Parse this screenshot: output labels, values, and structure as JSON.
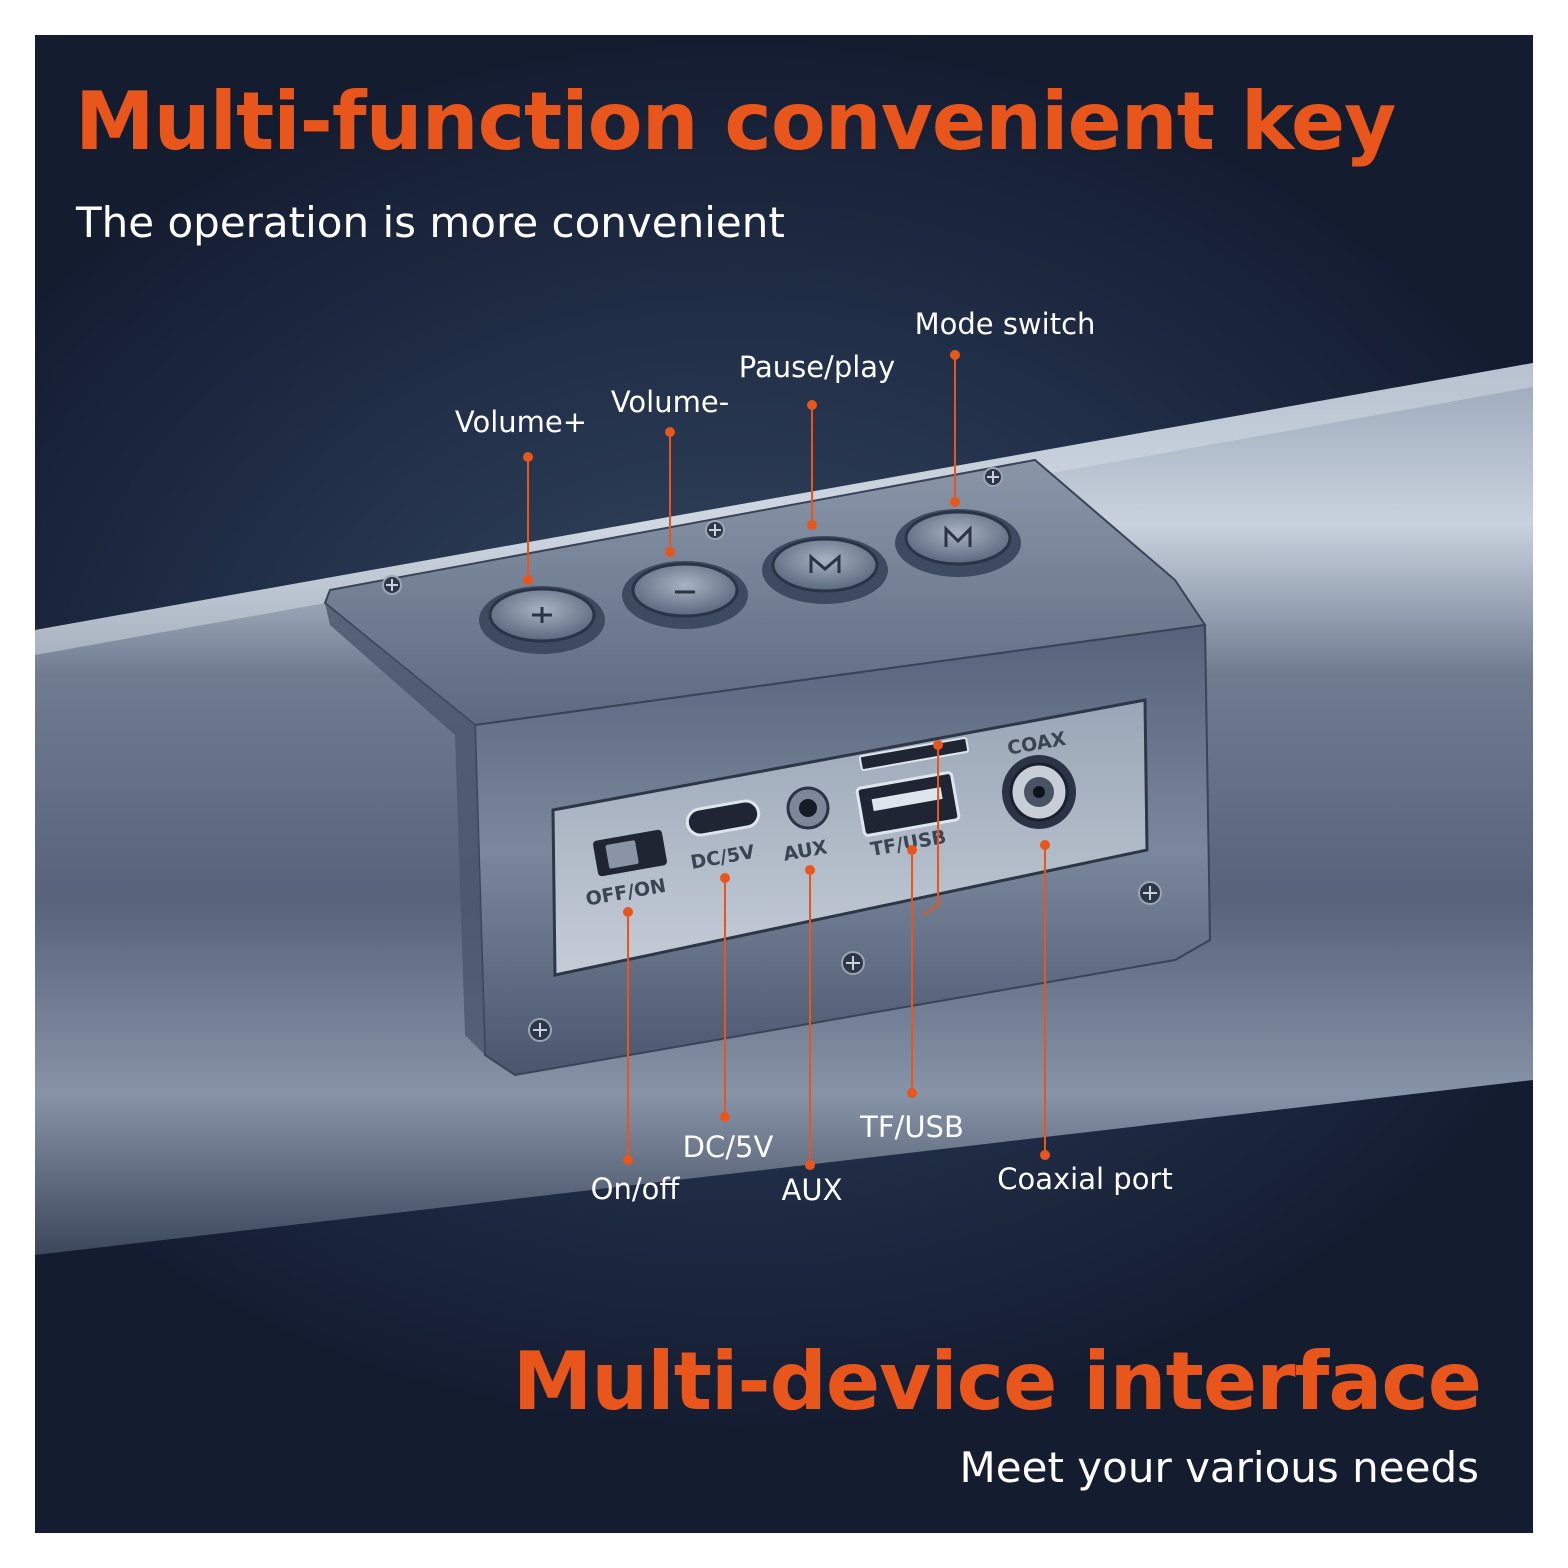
{
  "top": {
    "headline": "Multi-function convenient key",
    "subline": "The operation is more convenient"
  },
  "bottom": {
    "headline": "Multi-device interface",
    "subline": "Meet your various needs"
  },
  "keys": {
    "volume_up": "Volume+",
    "volume_down": "Volume-",
    "pause_play": "Pause/play",
    "mode_switch": "Mode switch"
  },
  "ports": {
    "on_off": "On/off",
    "dc_5v": "DC/5V",
    "aux": "AUX",
    "tf_usb": "TF/USB",
    "coaxial": "Coaxial port"
  },
  "device_print": {
    "off_on": "OFF/ON",
    "dc_5v": "DC/5V",
    "aux": "AUX",
    "tf_usb": "TF/USB",
    "coax": "COAX"
  },
  "colors": {
    "accent": "#e8561c",
    "background": "#1c2740",
    "text": "#ffffff"
  }
}
